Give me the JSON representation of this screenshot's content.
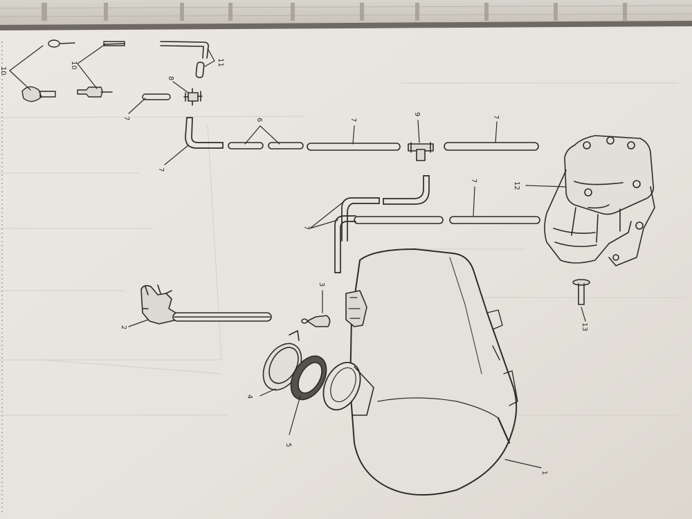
{
  "diagram": {
    "callouts": [
      "1",
      "2",
      "3",
      "4",
      "5",
      "6",
      "7",
      "8",
      "9",
      "10",
      "11",
      "12",
      "13"
    ]
  },
  "colors": {
    "paper": "#e9e6df",
    "paper_shadow": "#c9c5bc",
    "ink": "#2b2a28",
    "faint_ink": "#cfcbc3"
  }
}
